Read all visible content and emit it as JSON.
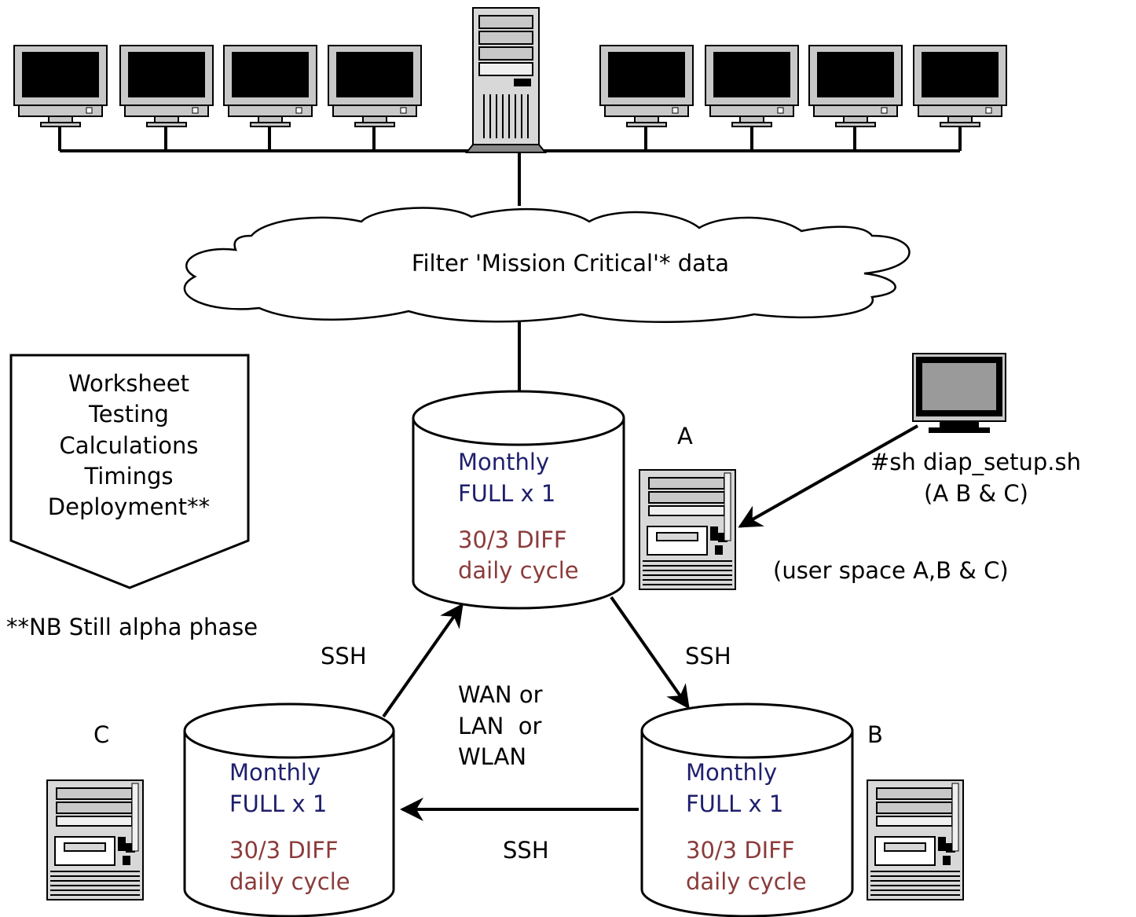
{
  "cloud": {
    "label": "Filter 'Mission Critical'* data"
  },
  "pentagon": {
    "lines": [
      "Worksheet",
      "Testing",
      "Calculations",
      "Timings",
      "Deployment**"
    ]
  },
  "note": "**NB Still alpha phase",
  "nodes": {
    "a": {
      "label": "A",
      "full_line1": "Monthly",
      "full_line2": "FULL x 1",
      "diff_line1": "30/3 DIFF",
      "diff_line2": "daily cycle"
    },
    "b": {
      "label": "B",
      "full_line1": "Monthly",
      "full_line2": "FULL x 1",
      "diff_line1": "30/3 DIFF",
      "diff_line2": "daily cycle"
    },
    "c": {
      "label": "C",
      "full_line1": "Monthly",
      "full_line2": "FULL x 1",
      "diff_line1": "30/3 DIFF",
      "diff_line2": "daily cycle"
    }
  },
  "setup": {
    "command": "#sh diap_setup.sh",
    "targets": "(A B & C)"
  },
  "user_space": "(user space A,B & C)",
  "links": {
    "ssh_ca": "SSH",
    "ssh_ab": "SSH",
    "ssh_bc": "SSH"
  },
  "network": {
    "line1": "WAN or",
    "line2": "LAN  or",
    "line3": "WLAN"
  },
  "colors": {
    "full_text": "#1f1f6e",
    "diff_text": "#8b3b3b",
    "monitor_screen": "#000000",
    "monitor_body": "#c8c8c8",
    "remote_screen": "#9a9a9a"
  }
}
